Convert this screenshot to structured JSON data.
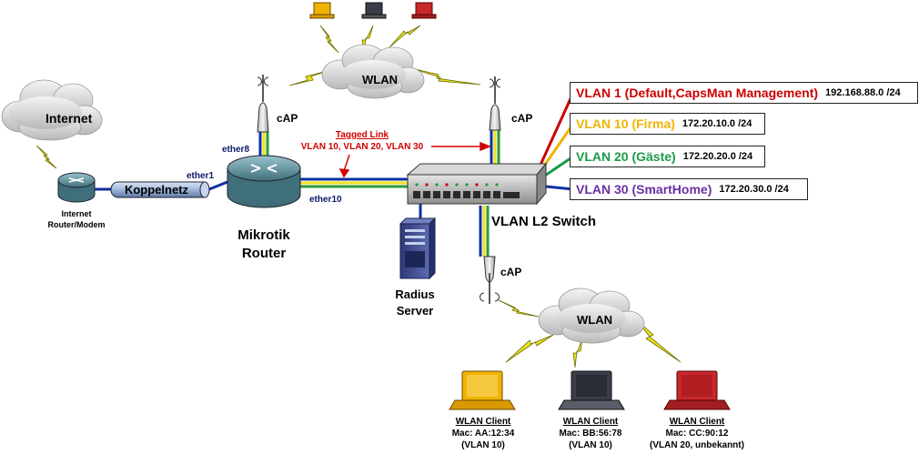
{
  "internet": {
    "label": "Internet"
  },
  "modem": {
    "line1": "Internet",
    "line2": "Router/Modem"
  },
  "koppelnetz": {
    "label": "Koppelnetz"
  },
  "router": {
    "line1": "Mikrotik",
    "line2": "Router"
  },
  "ports": {
    "ether1": "ether1",
    "ether8": "ether8",
    "ether10": "ether10"
  },
  "cap_labels": {
    "left": "cAP",
    "right": "cAP",
    "bottom": "cAP"
  },
  "wlan_labels": {
    "top": "WLAN",
    "bottom": "WLAN"
  },
  "tagged": {
    "title": "Tagged Link",
    "vlans": "VLAN 10, VLAN 20, VLAN 30"
  },
  "switch": {
    "label": "VLAN L2 Switch"
  },
  "radius": {
    "line1": "Radius",
    "line2": "Server"
  },
  "vlans": [
    {
      "name": "VLAN 1 (Default,CapsMan Management)",
      "network": "192.168.88.0  /24",
      "color": "#cc0000"
    },
    {
      "name": "VLAN 10 (Firma)",
      "network": "172.20.10.0  /24",
      "color": "#f0b400"
    },
    {
      "name": "VLAN 20 (Gäste)",
      "network": "172.20.20.0  /24",
      "color": "#1a9a4a"
    },
    {
      "name": "VLAN 30 (SmartHome)",
      "network": "172.20.30.0  /24",
      "color": "#6a2fa0"
    }
  ],
  "clients": [
    {
      "title": "WLAN Client",
      "mac": "Mac: AA:12:34",
      "vlan": "(VLAN 10)",
      "color": "#f0b400"
    },
    {
      "title": "WLAN Client",
      "mac": "Mac: BB:56:78",
      "vlan": "(VLAN 10)",
      "color": "#3a3d4a"
    },
    {
      "title": "WLAN Client",
      "mac": "Mac: CC:90:12",
      "vlan": "(VLAN 20, unbekannt)",
      "color": "#c8282c"
    }
  ],
  "colors": {
    "link_blue": "#1030a0",
    "link_green": "#2a9a3a",
    "link_yellow": "#f0e020",
    "tagged_red": "#d00000",
    "wireless": "#e8e020"
  }
}
